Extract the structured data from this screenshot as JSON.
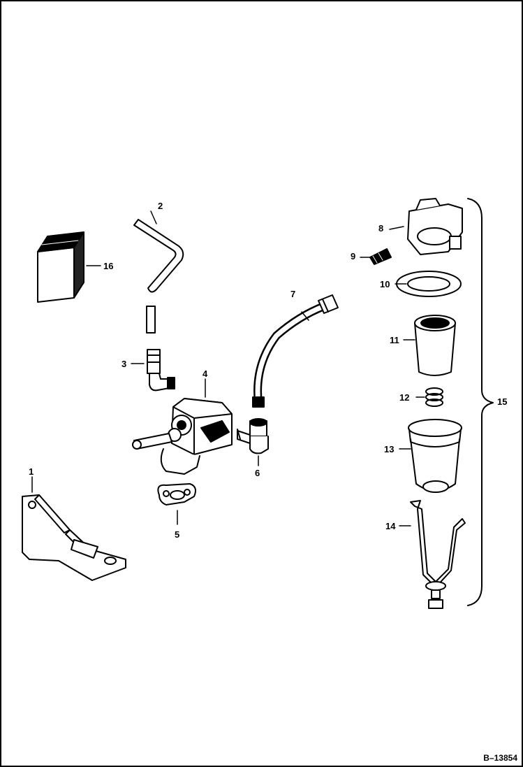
{
  "figure_ref": "B–13854",
  "parts": [
    {
      "number": "1",
      "part": "bracket"
    },
    {
      "number": "2",
      "part": "hose"
    },
    {
      "number": "3",
      "part": "elbow-fitting"
    },
    {
      "number": "4",
      "part": "fuel-pump"
    },
    {
      "number": "5",
      "part": "gasket"
    },
    {
      "number": "6",
      "part": "elbow-fitting"
    },
    {
      "number": "7",
      "part": "fuel-line"
    },
    {
      "number": "8",
      "part": "filter-head"
    },
    {
      "number": "9",
      "part": "bleed-screw"
    },
    {
      "number": "10",
      "part": "gasket"
    },
    {
      "number": "11",
      "part": "filter-element"
    },
    {
      "number": "12",
      "part": "spring"
    },
    {
      "number": "13",
      "part": "bowl"
    },
    {
      "number": "14",
      "part": "retainer"
    },
    {
      "number": "15",
      "part": "filter-assembly"
    },
    {
      "number": "16",
      "part": "element-box"
    }
  ]
}
